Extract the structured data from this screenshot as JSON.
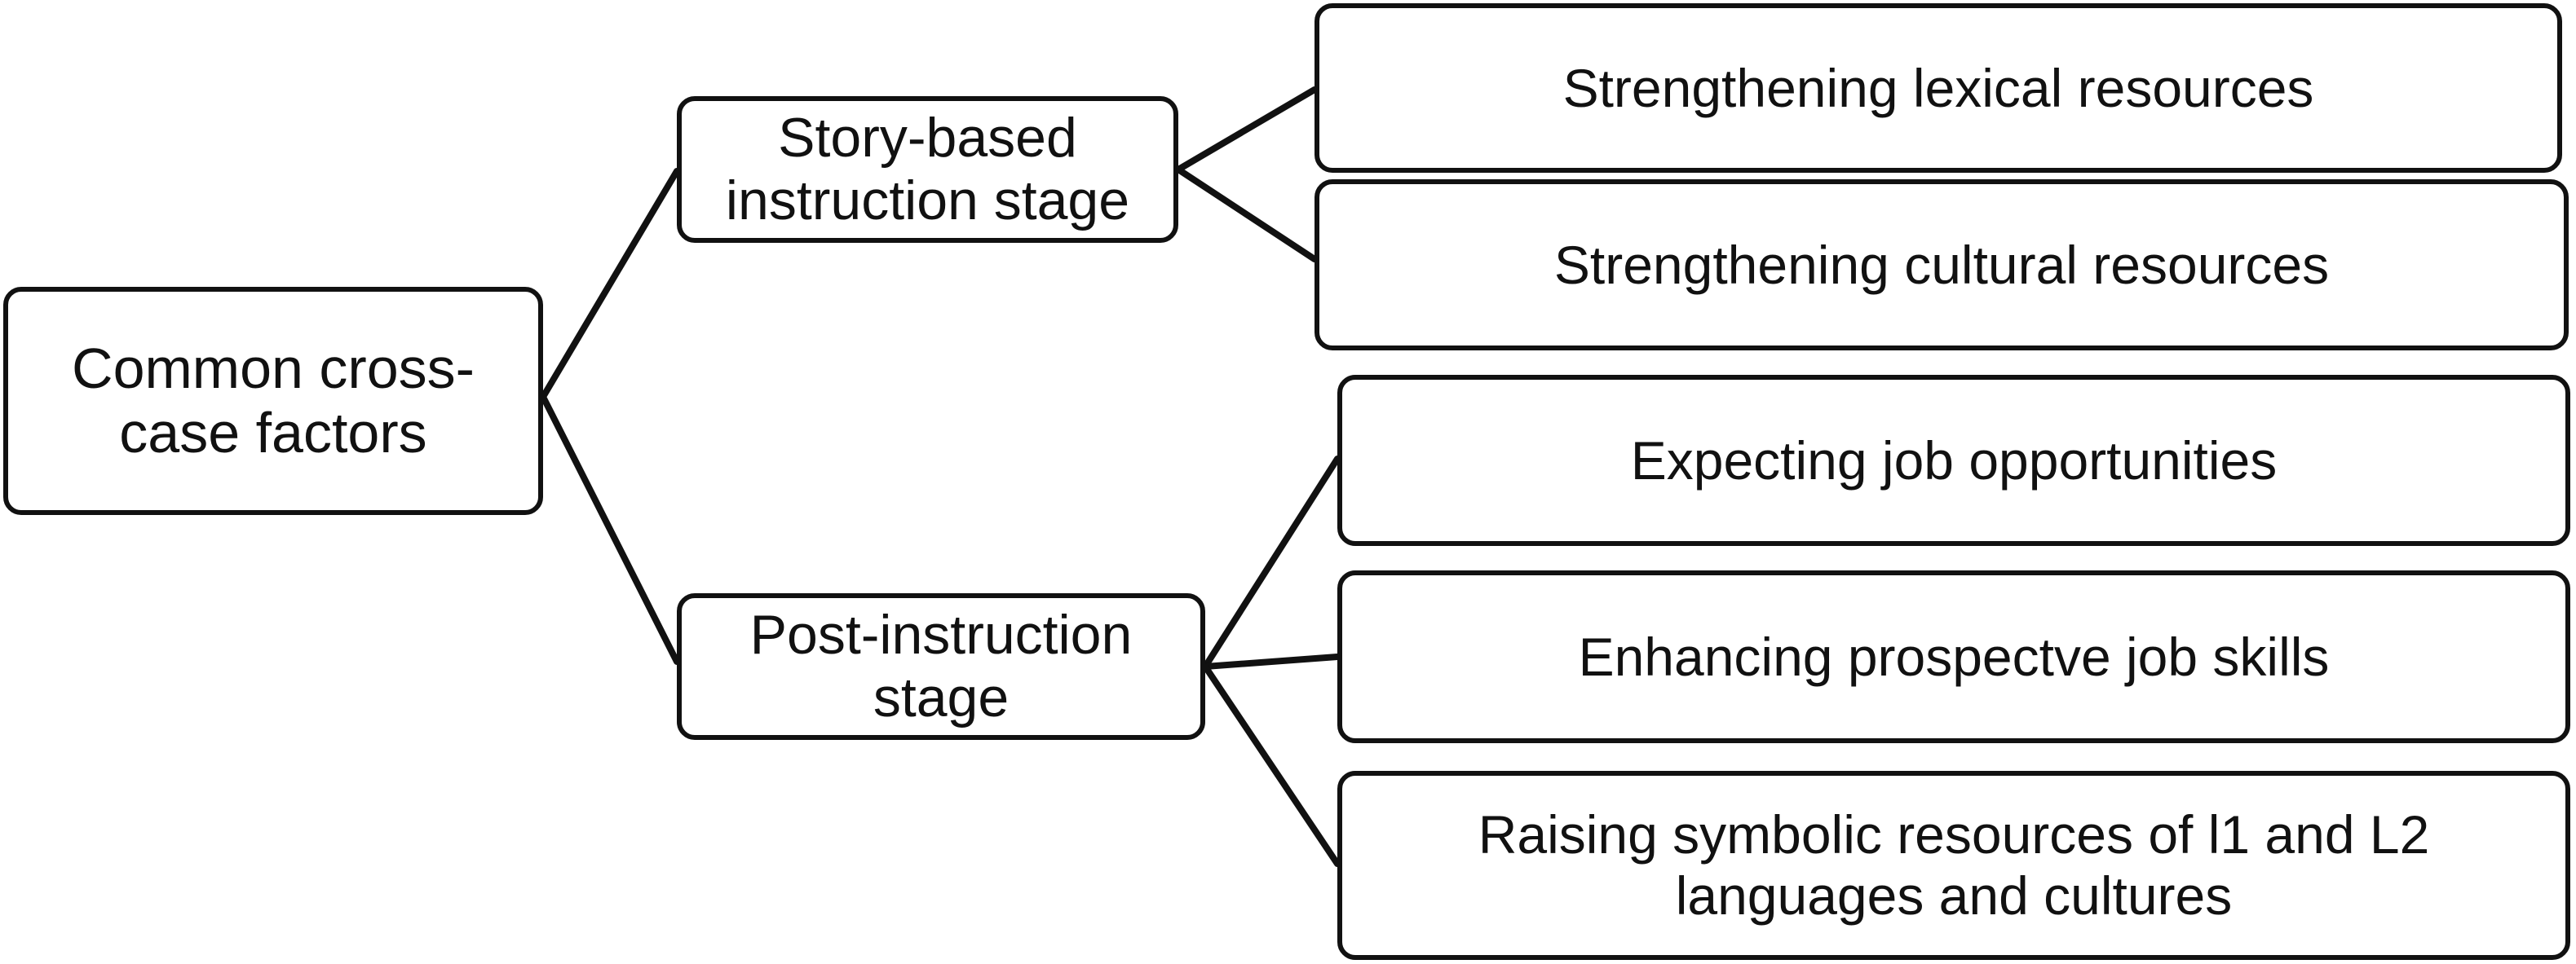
{
  "diagram": {
    "root": {
      "label": "Common cross-\ncase factors"
    },
    "stages": [
      {
        "label": "Story-based\ninstruction stage",
        "outcomes": [
          "Strengthening lexical resources",
          "Strengthening cultural resources"
        ]
      },
      {
        "label": "Post-instruction\nstage",
        "outcomes": [
          "Expecting  job opportunities",
          "Enhancing  prospectve job skills",
          "Raising symbolic resources of l1 and L2\nlanguages and cultures"
        ]
      }
    ],
    "colors": {
      "stroke": "#111111",
      "fill": "#ffffff",
      "text": "#111111"
    }
  }
}
